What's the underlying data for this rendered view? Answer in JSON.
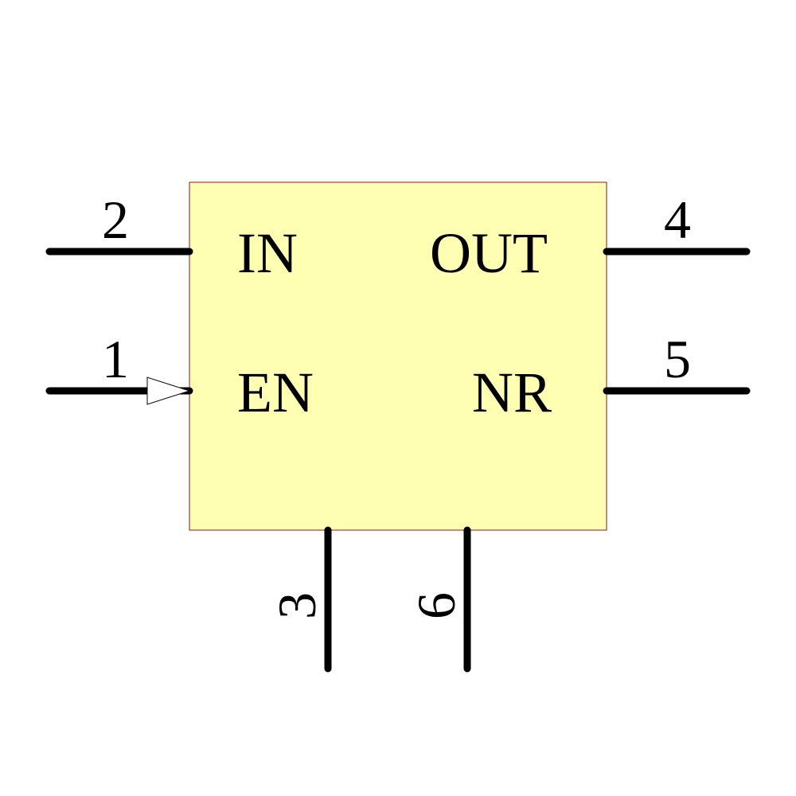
{
  "component": {
    "body_fill": "#ffffb4",
    "body_stroke": "#8b1a1a"
  },
  "pins": {
    "in": {
      "number": "2",
      "label": "IN"
    },
    "en": {
      "number": "1",
      "label": "EN"
    },
    "out": {
      "number": "4",
      "label": "OUT"
    },
    "nr": {
      "number": "5",
      "label": "NR"
    },
    "p3": {
      "number": "3"
    },
    "p6": {
      "number": "6"
    }
  },
  "icons": {
    "en_marker": "triangle-arrow-icon"
  }
}
